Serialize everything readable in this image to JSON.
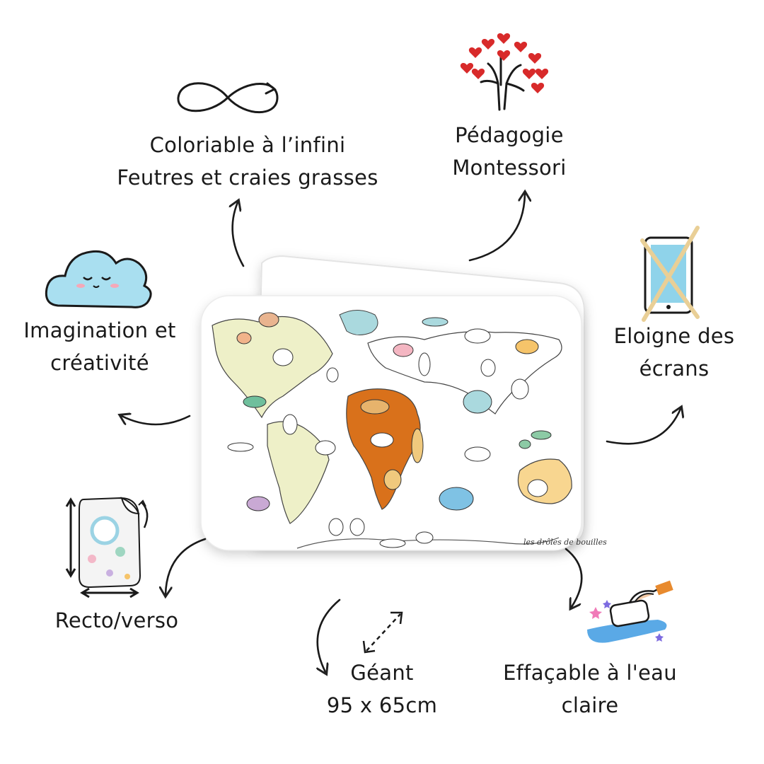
{
  "features": {
    "infinite": {
      "line1": "Coloriable à l’infini",
      "line2": "Feutres et craies grasses",
      "icon": "infinity-icon"
    },
    "montessori": {
      "line1": "Pédagogie",
      "line2": "Montessori",
      "icon": "heart-tree-hand-icon"
    },
    "imagination": {
      "line1": "Imagination et",
      "line2": "créativité",
      "icon": "smiling-cloud-icon"
    },
    "screens": {
      "line1": "Eloigne des",
      "line2": "écrans",
      "icon": "crossed-tablet-icon"
    },
    "recto": {
      "line1": "Recto/verso",
      "icon": "two-sided-sheet-icon"
    },
    "giant": {
      "line1": "Géant",
      "line2": "95 x 65cm",
      "icon": "diagonal-resize-icon"
    },
    "erasable": {
      "line1": "Effaçable à l'eau",
      "line2": "claire",
      "icon": "sponge-water-icon"
    }
  },
  "product": {
    "name": "world-map-coloring-placemat",
    "signature": "les drôles de bouilles"
  },
  "colors": {
    "africa": "#d9711b",
    "north_america": "#eef0c8",
    "south_america": "#eef0c8",
    "australia": "#f8d690",
    "asia_accent": "#aad9de",
    "cloud": "#a9dff0",
    "hearts": "#d82a2a",
    "text": "#1a1a1a"
  }
}
